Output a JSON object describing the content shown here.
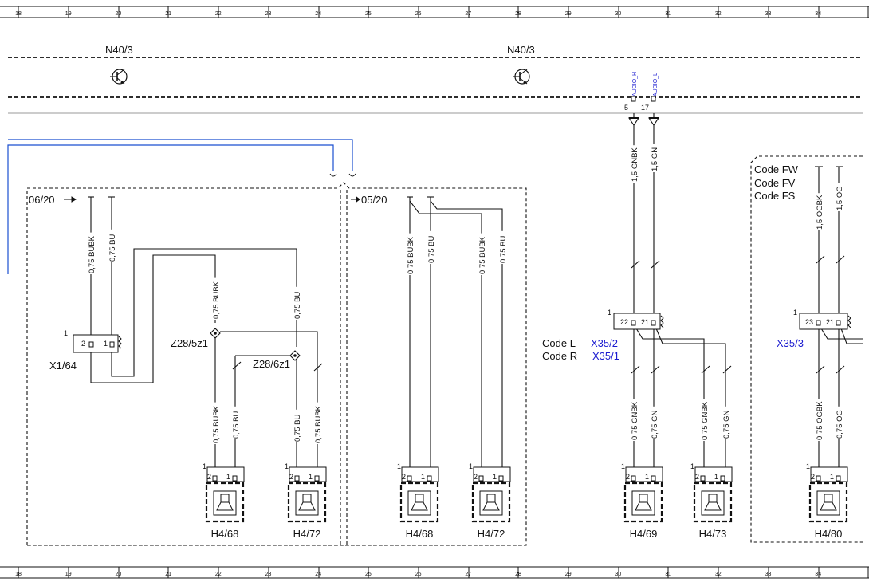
{
  "ruler": {
    "numbers": [
      "18",
      "19",
      "20",
      "21",
      "22",
      "23",
      "24",
      "25",
      "26",
      "27",
      "28",
      "29",
      "30",
      "31",
      "32",
      "33",
      "34"
    ]
  },
  "module": {
    "name_left": "N40/3",
    "name_right": "N40/3",
    "pins": [
      {
        "pin": "5",
        "signal": "AUDIO_H"
      },
      {
        "pin": "17",
        "signal": "AUDIO_L"
      }
    ]
  },
  "page_refs": {
    "left": "06/20",
    "right": "05/20"
  },
  "codes": {
    "box_codes": [
      "Code FW",
      "Code FV",
      "Code FS"
    ],
    "code_l": "Code L",
    "code_r": "Code R",
    "x35_2": "X35/2",
    "x35_1": "X35/1",
    "x35_3": "X35/3"
  },
  "connectors": {
    "x1_64": "X1/64",
    "z28_5z1": "Z28/5z1",
    "z28_6z1": "Z28/6z1"
  },
  "wires": {
    "w_075_bubk": "0,75 BUBK",
    "w_075_bu": "0,75 BU",
    "w_15_gnbk": "1,5 GNBK",
    "w_15_gn": "1,5 GN",
    "w_075_gnbk": "0,75 GNBK",
    "w_075_gn": "0,75 GN",
    "w_15_ogbk": "1,5 OGBK",
    "w_15_og": "1,5 OG",
    "w_075_ogbk": "0,75 OGBK",
    "w_075_og": "0,75 OG"
  },
  "pins": {
    "p1": "1",
    "p2": "2",
    "p21": "21",
    "p22": "22",
    "p23": "23"
  },
  "speakers": [
    "H4/68",
    "H4/72",
    "H4/68",
    "H4/72",
    "H4/69",
    "H4/73",
    "H4/80"
  ],
  "icons": [
    "transistor-icon",
    "speaker-icon",
    "resistor-icon",
    "splice-icon",
    "ground-arrow-icon"
  ],
  "colors": {
    "line": "#111111",
    "blue_wire": "#1a4fd0",
    "blue_text": "#1a1ad0"
  }
}
